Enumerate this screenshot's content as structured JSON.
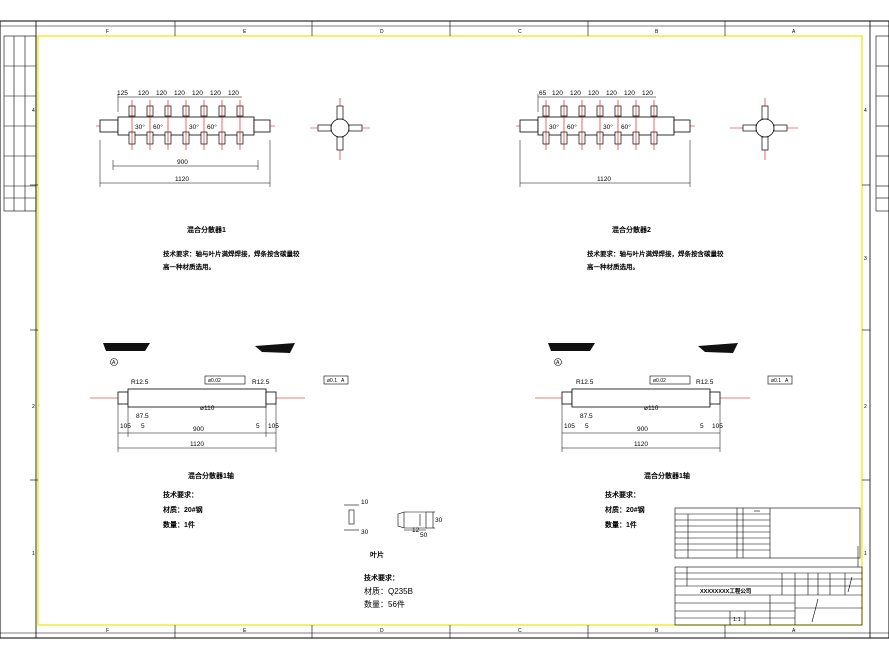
{
  "zone_letters": [
    "F",
    "E",
    "D",
    "C",
    "B",
    "A"
  ],
  "zone_numbers": [
    "4",
    "3",
    "2",
    "1"
  ],
  "assembly1": {
    "dims_top": [
      "125",
      "120",
      "120",
      "120",
      "120",
      "120",
      "120"
    ],
    "angles": [
      "30°",
      "60°",
      "30°",
      "60°"
    ],
    "dim_inner": "900",
    "dim_total": "1120",
    "title": "混合分散器1",
    "note_line1": "技术要求：轴与叶片满焊焊接，焊条按含碳量较",
    "note_line2": "高一种材质选用。"
  },
  "assembly2": {
    "dims_top": [
      "65",
      "120",
      "120",
      "120",
      "120",
      "120",
      "120"
    ],
    "angles": [
      "30°",
      "60°",
      "30°",
      "60°"
    ],
    "dim_total": "1120",
    "title": "混合分散器2",
    "note_line1": "技术要求：轴与叶片满焊焊接，焊条按含碳量较",
    "note_line2": "高一种材质选用。"
  },
  "shaft": {
    "radius_label": "R12.5",
    "dia_center": "ø110",
    "dim_875": "87.5",
    "dim_105": "105",
    "dim_5": "5",
    "dim_900": "900",
    "dim_1120": "1120",
    "datum": "A",
    "tolerance_box": "ø0.02",
    "runout_box": "ø0.1",
    "title": "混合分散器1轴",
    "req_label": "技术要求：",
    "material": "材质：20#钢",
    "quantity": "数量：1件"
  },
  "shaft2": {
    "title": "混合分散器1轴",
    "req_label": "技术要求：",
    "material": "材质：20#钢",
    "quantity": "数量：1件"
  },
  "blade": {
    "dim_10": "10",
    "dim_30": "30",
    "dim_12": "12",
    "dim_50": "50",
    "dim_side": "30",
    "title": "叶片",
    "req_label": "技术要求：",
    "material": "材质：Q235B",
    "quantity": "数量：56件"
  },
  "title_block": {
    "company": "XXXXXXXX工程公司",
    "scale": "1:1"
  }
}
